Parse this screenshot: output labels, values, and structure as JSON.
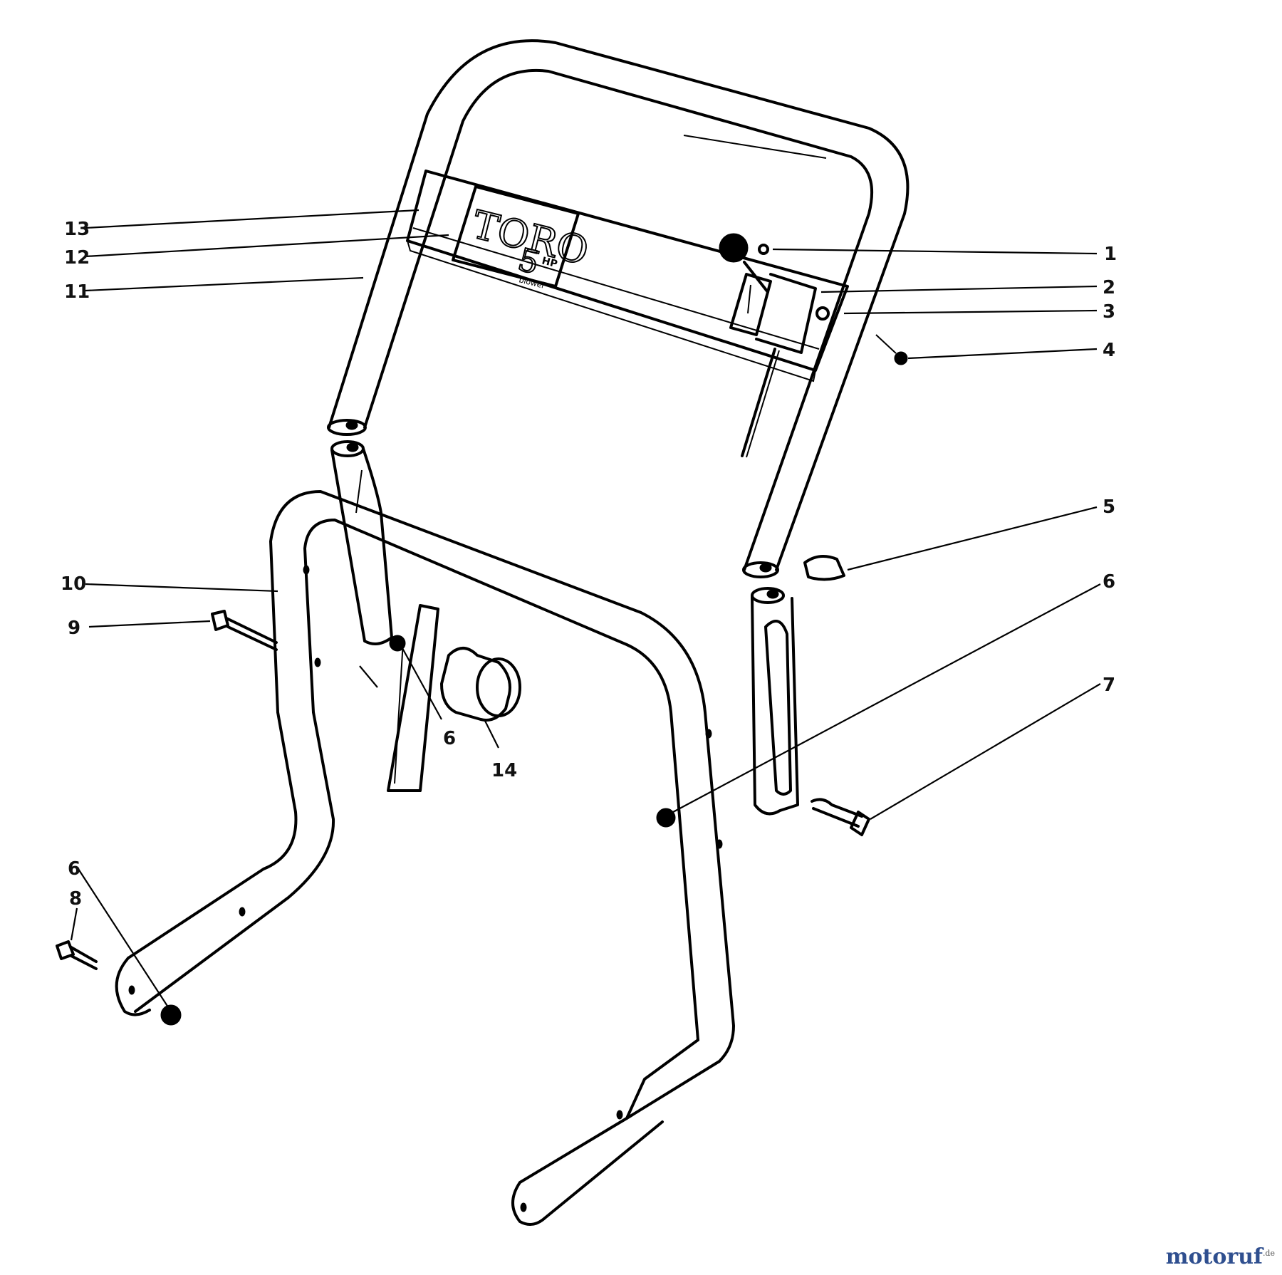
{
  "decal": {
    "brand": "TORO",
    "model_number": "5",
    "model_unit": "HP",
    "model_subtext": "blower"
  },
  "callouts": [
    {
      "id": "c1",
      "text": "1"
    },
    {
      "id": "c2",
      "text": "2"
    },
    {
      "id": "c3",
      "text": "3"
    },
    {
      "id": "c4",
      "text": "4"
    },
    {
      "id": "c5",
      "text": "5"
    },
    {
      "id": "c6a",
      "text": "6"
    },
    {
      "id": "c7",
      "text": "7"
    },
    {
      "id": "c6b",
      "text": "6"
    },
    {
      "id": "c14",
      "text": "14"
    },
    {
      "id": "c6c",
      "text": "6"
    },
    {
      "id": "c8",
      "text": "8"
    },
    {
      "id": "c9",
      "text": "9"
    },
    {
      "id": "c10",
      "text": "10"
    },
    {
      "id": "c11",
      "text": "11"
    },
    {
      "id": "c12",
      "text": "12"
    },
    {
      "id": "c13",
      "text": "13"
    }
  ],
  "watermark": {
    "base": "motoruf",
    "tld": ".de"
  }
}
